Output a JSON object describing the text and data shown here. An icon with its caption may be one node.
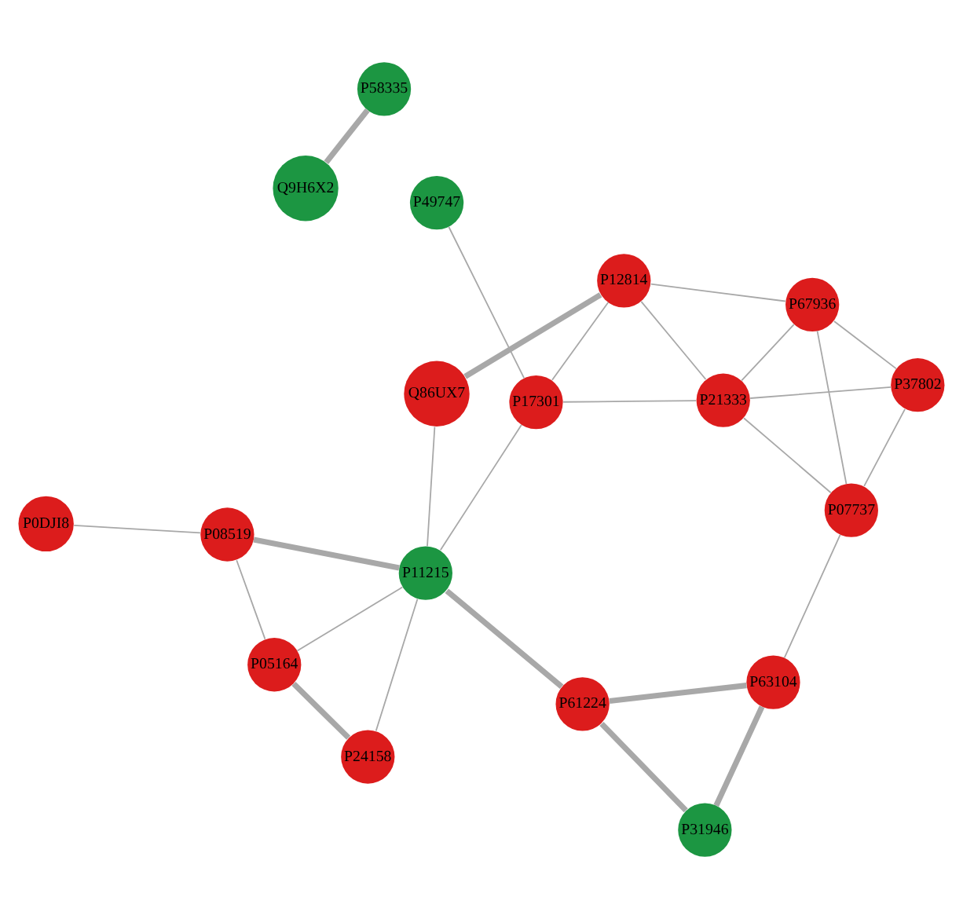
{
  "diagram": {
    "nodes": [
      {
        "text": [
          "P0DJI8"
        ]
      },
      {
        "text": [
          "P08519"
        ]
      },
      {
        "text": [
          "P05164"
        ]
      },
      {
        "text": [
          "P24158"
        ]
      },
      {
        "text": [
          "P11215"
        ]
      },
      {
        "text": [
          "P58335"
        ]
      },
      {
        "text": [
          "Q9H6X2"
        ]
      },
      {
        "text": [
          "P61224"
        ]
      },
      {
        "text": [
          "P31946"
        ]
      },
      {
        "text": [
          "P49747"
        ]
      },
      {
        "text": [
          "Q86UX7"
        ]
      },
      {
        "text": [
          "P17301"
        ]
      },
      {
        "text": [
          "P63104"
        ]
      },
      {
        "text": [
          "P12814"
        ]
      },
      {
        "text": [
          "P21333"
        ]
      },
      {
        "text": [
          "P07737"
        ]
      },
      {
        "text": [
          "P67936"
        ]
      },
      {
        "text": [
          "P37802"
        ]
      }
    ],
    "edges": [
      {
        "from": 0,
        "to": 1,
        "arrow": "none"
      },
      {
        "from": 1,
        "to": 2,
        "arrow": "none"
      },
      {
        "from": 1,
        "to": 4,
        "arrow": "none",
        "style": "thick"
      },
      {
        "from": 2,
        "to": 3,
        "arrow": "none",
        "style": "thick"
      },
      {
        "from": 2,
        "to": 4,
        "arrow": "none"
      },
      {
        "from": 3,
        "to": 4,
        "arrow": "none"
      },
      {
        "from": 4,
        "to": 7,
        "arrow": "none",
        "style": "thick"
      },
      {
        "from": 4,
        "to": 10,
        "arrow": "none"
      },
      {
        "from": 4,
        "to": 11,
        "arrow": "none"
      },
      {
        "from": 5,
        "to": 6,
        "arrow": "none",
        "style": "thick"
      },
      {
        "from": 7,
        "to": 8,
        "arrow": "none",
        "style": "thick"
      },
      {
        "from": 7,
        "to": 12,
        "arrow": "none",
        "style": "thick"
      },
      {
        "from": 8,
        "to": 12,
        "arrow": "none",
        "style": "thick"
      },
      {
        "from": 9,
        "to": 11,
        "arrow": "none"
      },
      {
        "from": 10,
        "to": 13,
        "arrow": "none",
        "style": "thick"
      },
      {
        "from": 11,
        "to": 13,
        "arrow": "none"
      },
      {
        "from": 11,
        "to": 14,
        "arrow": "none"
      },
      {
        "from": 12,
        "to": 15,
        "arrow": "none"
      },
      {
        "from": 13,
        "to": 14,
        "arrow": "none"
      },
      {
        "from": 13,
        "to": 16,
        "arrow": "none"
      },
      {
        "from": 14,
        "to": 15,
        "arrow": "none"
      },
      {
        "from": 14,
        "to": 16,
        "arrow": "none"
      },
      {
        "from": 14,
        "to": 17,
        "arrow": "none"
      },
      {
        "from": 15,
        "to": 16,
        "arrow": "none"
      },
      {
        "from": 15,
        "to": 17,
        "arrow": "none"
      },
      {
        "from": 16,
        "to": 17,
        "arrow": "none"
      }
    ]
  }
}
